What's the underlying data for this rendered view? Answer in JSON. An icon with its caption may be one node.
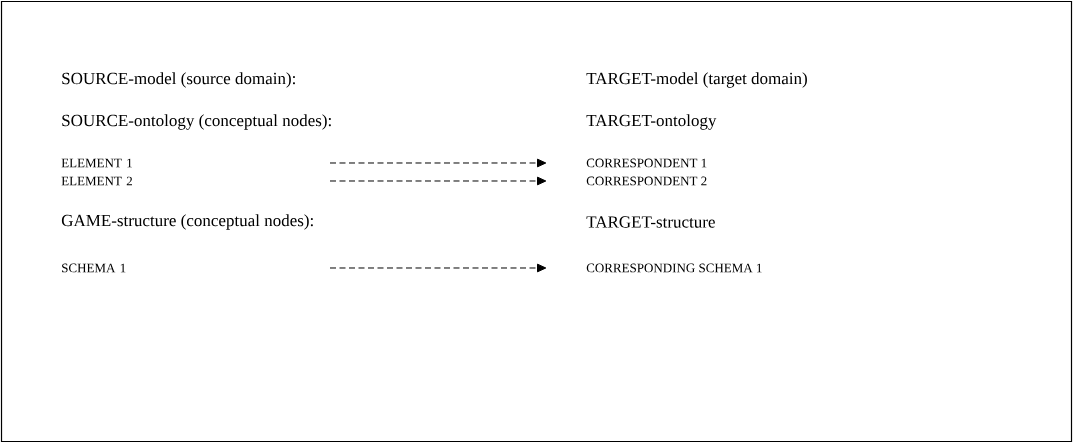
{
  "diagram": {
    "nodes": [
      {
        "text": [
          "ELEMENT 1"
        ]
      },
      {
        "text": [
          "ELEMENT 2"
        ]
      },
      {
        "text": [
          "SCHEMA 1"
        ]
      },
      {
        "text": [
          "CORRESPONDENT 1"
        ]
      },
      {
        "text": [
          "CORRESPONDENT 2"
        ]
      },
      {
        "text": [
          "CORRESPONDING SCHEMA 1"
        ]
      }
    ],
    "edges": [
      {
        "from": null,
        "to": 3,
        "arrow": "to",
        "style": "dashed"
      },
      {
        "from": null,
        "to": 4,
        "arrow": "to",
        "style": "dashed"
      },
      {
        "from": null,
        "to": 5,
        "arrow": "to",
        "style": "dashed"
      }
    ],
    "labels": [
      "SOURCE-model (source domain):",
      "TARGET-model (target domain)",
      "SOURCE-ontology (conceptual nodes):",
      "TARGET-ontology",
      "GAME-structure (conceptual nodes):",
      "TARGET-structure"
    ]
  }
}
